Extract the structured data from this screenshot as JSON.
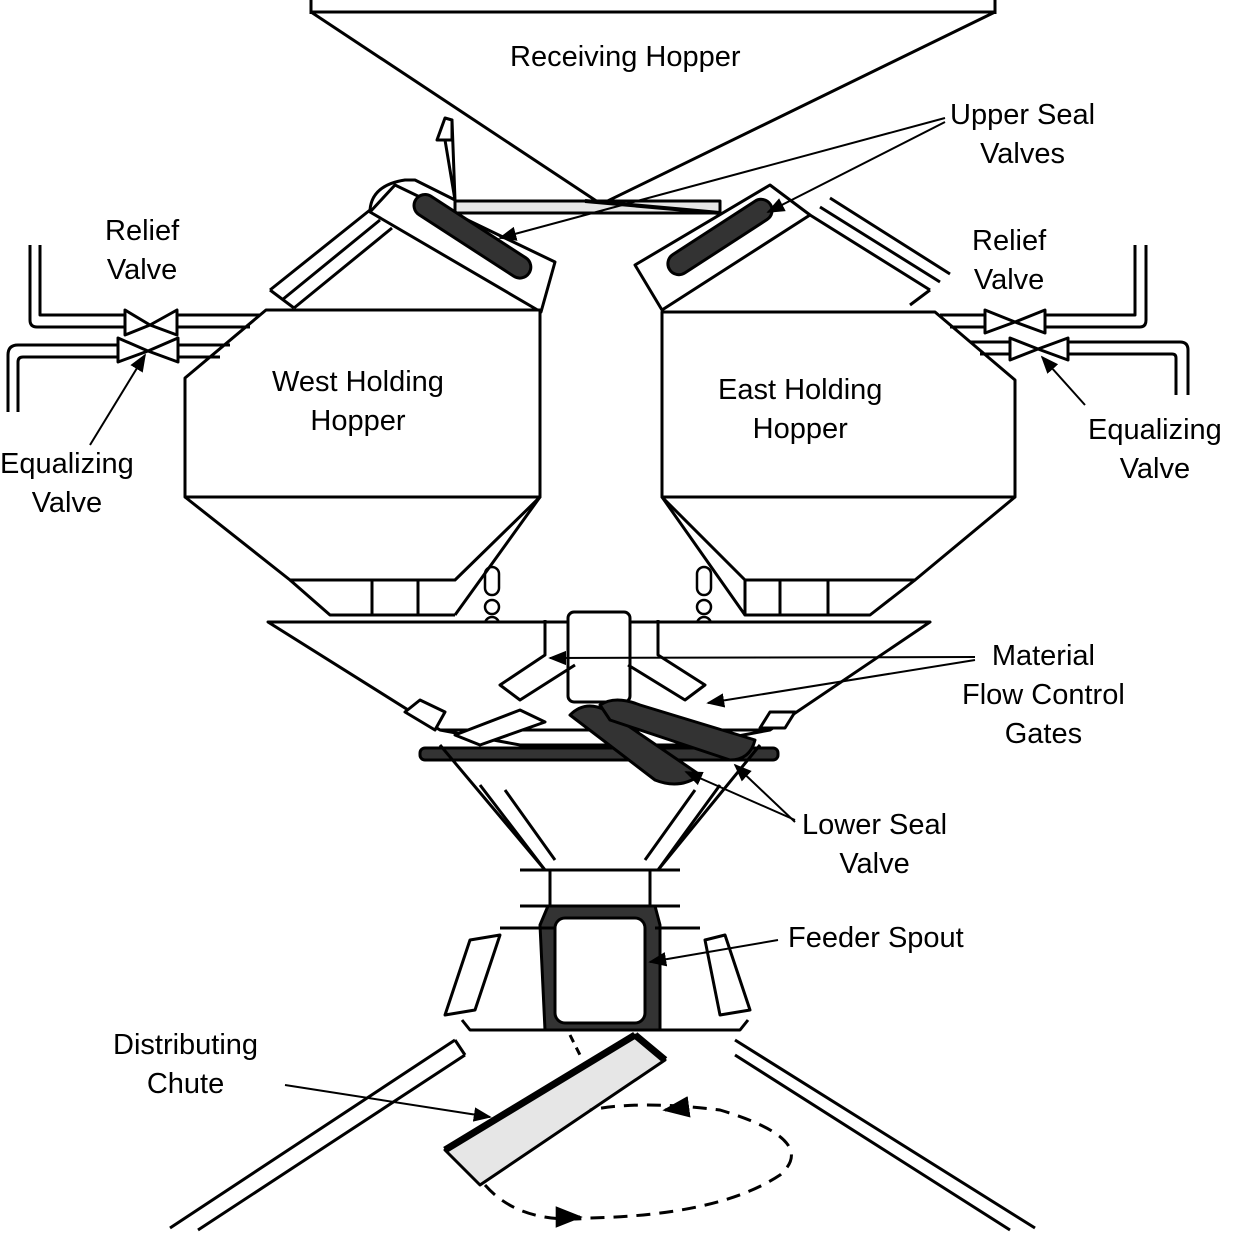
{
  "labels": {
    "receiving_hopper": "Receiving Hopper",
    "upper_seal_valves": [
      "Upper Seal",
      "Valves"
    ],
    "relief_valve_west": [
      "Relief",
      "Valve"
    ],
    "relief_valve_east": [
      "Relief",
      "Valve"
    ],
    "west_holding_hopper": [
      "West Holding",
      "Hopper"
    ],
    "east_holding_hopper": [
      "East Holding",
      "Hopper"
    ],
    "equalizing_valve_west": [
      "Equalizing",
      "Valve"
    ],
    "equalizing_valve_east": [
      "Equalizing",
      "Valve"
    ],
    "material_flow_control_gates": [
      "Material",
      "Flow Control",
      "Gates"
    ],
    "lower_seal_valve": [
      "Lower Seal",
      "Valve"
    ],
    "feeder_spout": "Feeder Spout",
    "distributing_chute": [
      "Distributing",
      "Chute"
    ]
  },
  "colors": {
    "stroke": "#000000",
    "dark_fill": "#333333",
    "light_fill": "#e6e6e6",
    "background": "#ffffff"
  }
}
